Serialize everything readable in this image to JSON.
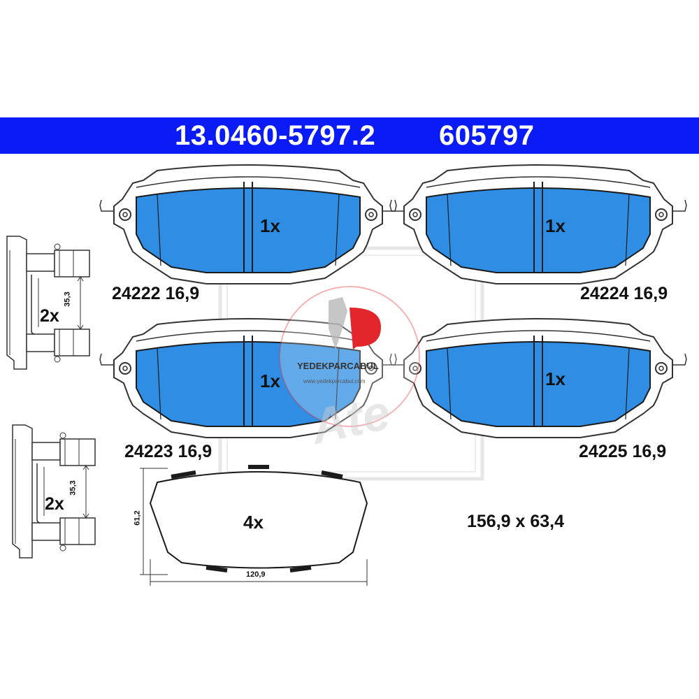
{
  "header": {
    "part_number": "13.0460-5797.2",
    "code": "605797"
  },
  "pads": [
    {
      "qty": "1x",
      "ref": "24222",
      "thickness": "16,9"
    },
    {
      "qty": "1x",
      "ref": "24224",
      "thickness": "16,9"
    },
    {
      "qty": "1x",
      "ref": "24223",
      "thickness": "16,9"
    },
    {
      "qty": "1x",
      "ref": "24225",
      "thickness": "16,9"
    }
  ],
  "clips": [
    {
      "qty": "2x",
      "dimension": "35,3"
    },
    {
      "qty": "2x",
      "dimension": "35,3"
    }
  ],
  "shim": {
    "qty": "4x",
    "height": "61,2",
    "width": "120,9"
  },
  "overall_size": "156,9 x 63,4",
  "watermark": {
    "brand": "YEDEKPARCABUL",
    "url": "www.yedekparcabul.com",
    "logo_text": "Ate"
  },
  "colors": {
    "header_band": "#0a1bf5",
    "pad_fill": "#2f8ee3",
    "watermark_red": "#e3262b"
  }
}
